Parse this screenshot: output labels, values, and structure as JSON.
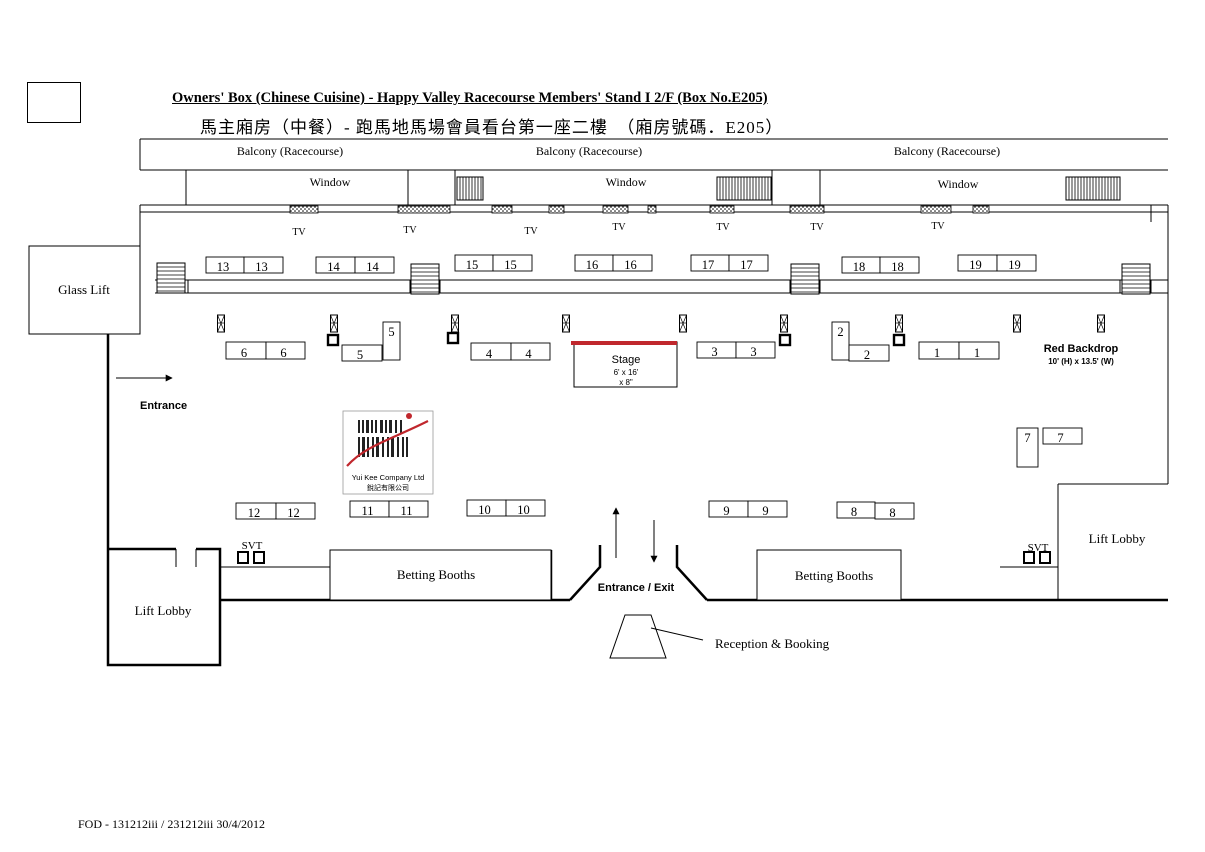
{
  "title_en": "Owners' Box (Chinese Cuisine)  - Happy Valley Racecourse Members' Stand I 2/F (Box  No.E205)",
  "title_zh": "馬主廂房（中餐）-  跑馬地馬場會員看台第一座二樓　（廂房號碼．E205）",
  "footer": "FOD - 131212iii / 231212iii  30/4/2012",
  "areas": {
    "balcony": "Balcony (Racecourse)",
    "window": "Window",
    "tv": "TV",
    "glass_lift": "Glass Lift",
    "entrance": "Entrance",
    "stage": "Stage",
    "stage_size_1": "6' x 16'",
    "stage_size_2": "x 8\"",
    "red_backdrop": "Red Backdrop",
    "red_backdrop_size": "10' (H) x 13.5' (W)",
    "betting_booths": "Betting Booths",
    "entrance_exit": "Entrance / Exit",
    "reception": "Reception & Booking",
    "lift_lobby": "Lift Lobby",
    "svt": "SVT"
  },
  "logo": {
    "company_en": "Yui Kee Company Ltd",
    "company_zh": "銳記有限公司"
  },
  "tables": [
    {
      "label": "13"
    },
    {
      "label": "14"
    },
    {
      "label": "15"
    },
    {
      "label": "16"
    },
    {
      "label": "17"
    },
    {
      "label": "18"
    },
    {
      "label": "19"
    },
    {
      "label": "6"
    },
    {
      "label": "5"
    },
    {
      "label": "4"
    },
    {
      "label": "3"
    },
    {
      "label": "2"
    },
    {
      "label": "1"
    },
    {
      "label": "7"
    },
    {
      "label": "12"
    },
    {
      "label": "11"
    },
    {
      "label": "10"
    },
    {
      "label": "9"
    },
    {
      "label": "8"
    }
  ]
}
